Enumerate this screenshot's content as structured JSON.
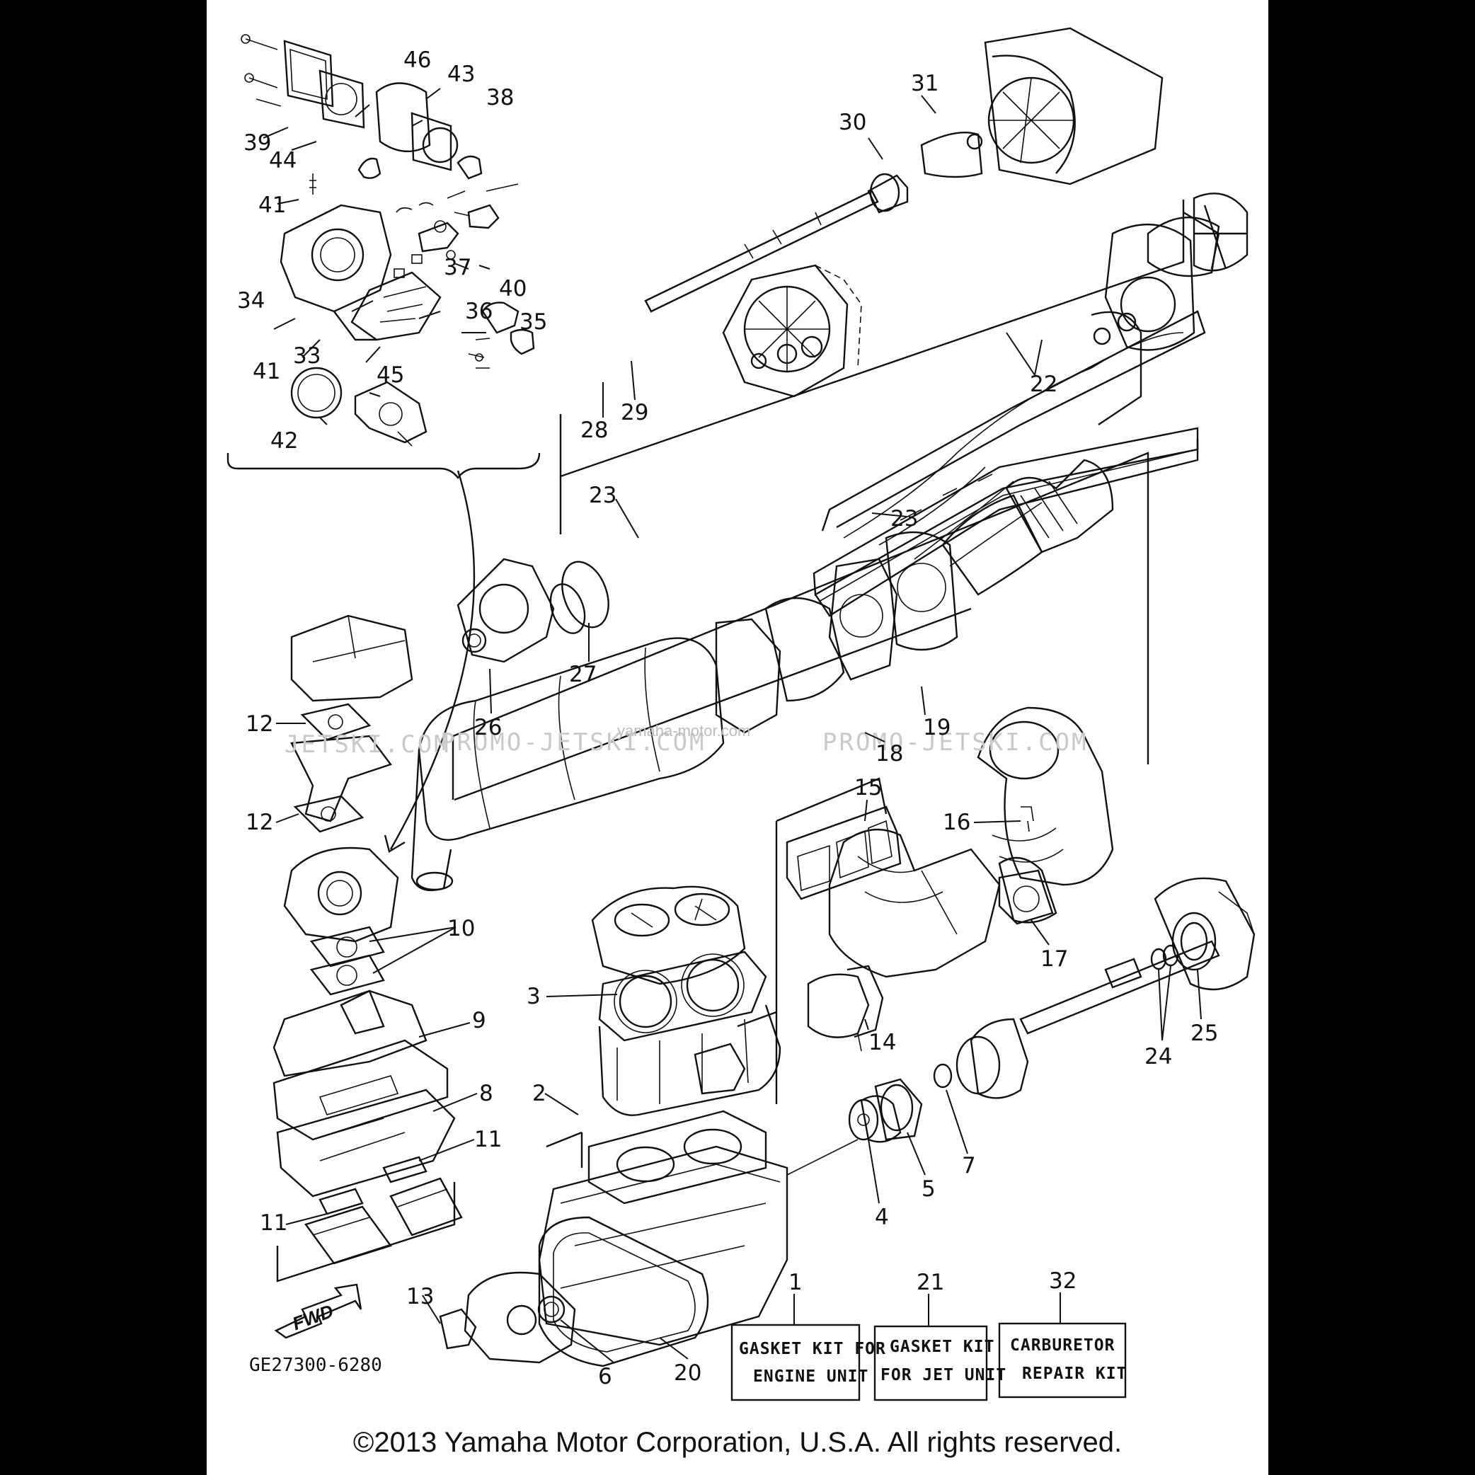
{
  "diagram": {
    "drawing_code": "GE27300-6280",
    "copyright": "©2013 Yamaha Motor Corporation, U.S.A. All rights reserved.",
    "direction_marker": "FWD",
    "watermarks": {
      "left": "JETSKI.COM",
      "middle": "PROMO-JETSKI.COM",
      "right": "PROMO-JETSKI.COM",
      "small": "yamaha-motor.com"
    },
    "kits": [
      {
        "ref": "1",
        "line1": "GASKET KIT FOR",
        "line2": "ENGINE UNIT"
      },
      {
        "ref": "21",
        "line1": "GASKET KIT",
        "line2": "FOR JET UNIT"
      },
      {
        "ref": "32",
        "line1": "CARBURETOR",
        "line2": "REPAIR KIT"
      }
    ],
    "callouts": {
      "c46": "46",
      "c43": "43",
      "c38": "38",
      "c39": "39",
      "c44": "44",
      "c41a": "41",
      "c37": "37",
      "c40": "40",
      "c34": "34",
      "c36": "36",
      "c35": "35",
      "c33": "33",
      "c41b": "41",
      "c45": "45",
      "c42": "42",
      "c31": "31",
      "c30": "30",
      "c22": "22",
      "c28": "28",
      "c29": "29",
      "c23a": "23",
      "c23b": "23",
      "c27": "27",
      "c26": "26",
      "c19": "19",
      "c18": "18",
      "c12a": "12",
      "c12b": "12",
      "c15": "15",
      "c16": "16",
      "c10": "10",
      "c17": "17",
      "c3": "3",
      "c9": "9",
      "c14": "14",
      "c24": "24",
      "c25": "25",
      "c8": "8",
      "c2": "2",
      "c11a": "11",
      "c11b": "11",
      "c7": "7",
      "c5": "5",
      "c4": "4",
      "c13": "13",
      "c6": "6",
      "c20": "20"
    }
  }
}
